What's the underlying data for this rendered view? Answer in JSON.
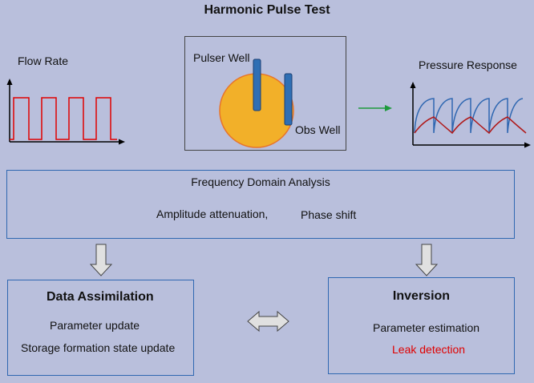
{
  "title": "Harmonic Pulse Test",
  "flow_rate": {
    "label": "Flow Rate"
  },
  "well_panel": {
    "pulser_label": "Pulser Well",
    "obs_label": "Obs Well"
  },
  "pressure": {
    "label": "Pressure Response"
  },
  "frequency_box": {
    "title": "Frequency Domain Analysis",
    "amplitude": "Amplitude attenuation,",
    "phase": "Phase shift"
  },
  "assimilation_box": {
    "title": "Data Assimilation",
    "line1": "Parameter update",
    "line2": "Storage formation state update"
  },
  "inversion_box": {
    "title": "Inversion",
    "line1": "Parameter estimation",
    "line2": "Leak detection"
  },
  "colors": {
    "background": "#b9bfdc",
    "flow_pulse": "#e00000",
    "pressure_blue": "#2f67b1",
    "pressure_red": "#b01818",
    "reservoir": "#f2b029",
    "well": "#2f6fb4",
    "box_border": "#2f67b1",
    "green_arrow": "#1e9a3c",
    "leak_text": "#e00000"
  }
}
